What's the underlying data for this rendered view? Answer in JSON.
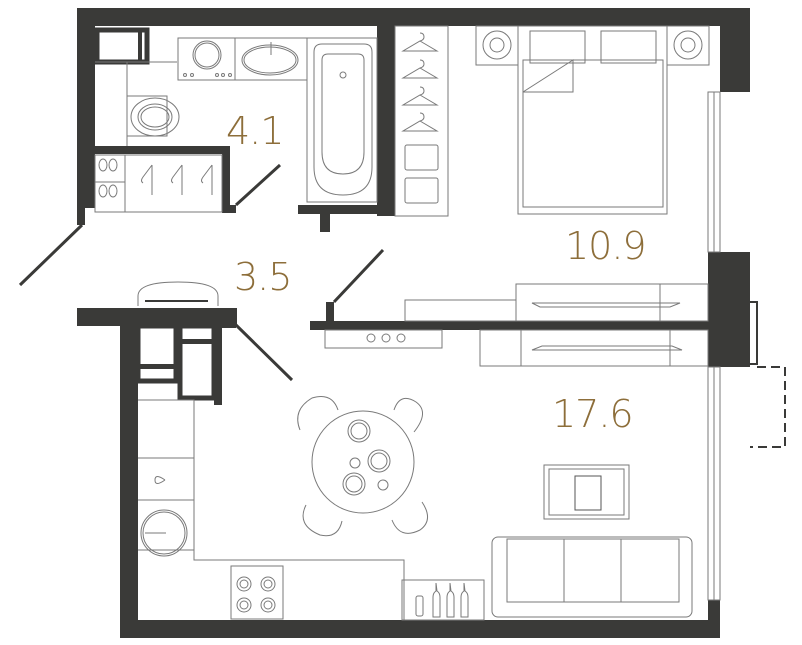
{
  "plan": {
    "type": "apartment-floor-plan",
    "colors": {
      "wall": "#3a3a38",
      "line": "#7a7a7a",
      "area_label": "#8d6e3a",
      "background": "#ffffff"
    },
    "rooms": [
      {
        "id": "bathroom",
        "area": "4.1"
      },
      {
        "id": "hallway",
        "area": "3.5"
      },
      {
        "id": "bedroom",
        "area": "10.9"
      },
      {
        "id": "living-kitchen",
        "area": "17.6"
      }
    ]
  }
}
